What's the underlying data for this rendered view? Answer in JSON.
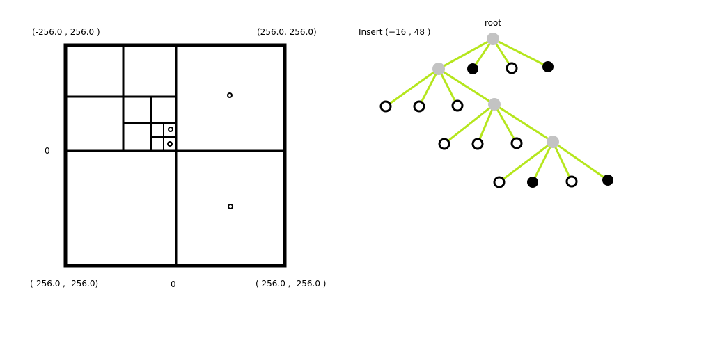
{
  "quadtree": {
    "corner_top_left": "(-256.0 , 256.0 )",
    "corner_top_right": "(256.0, 256.0)",
    "corner_bottom_left": "(-256.0 , -256.0)",
    "corner_bottom_right": "( 256.0 , -256.0 )",
    "axis_left_zero": "0",
    "axis_bottom_zero": "0"
  },
  "tree": {
    "insert_label": "Insert (−16 ,  48   )",
    "root_label": "root"
  },
  "colors": {
    "edge": "#b5e61d",
    "internal_node": "#c3c3c3",
    "empty_leaf": "#ffffff",
    "filled_leaf": "#000000",
    "stroke": "#000000"
  }
}
